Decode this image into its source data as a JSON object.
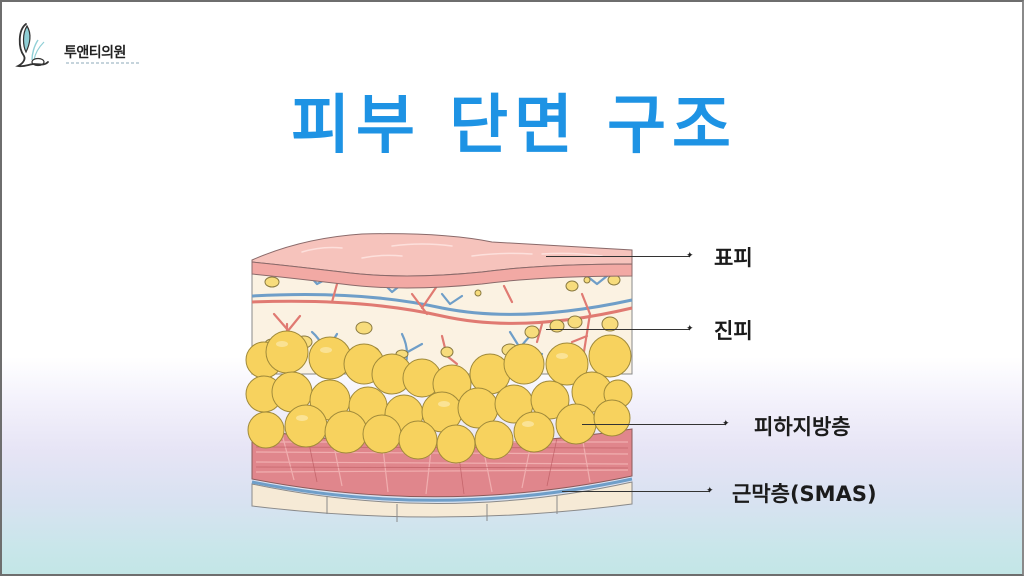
{
  "brand": {
    "name": "투앤티의원",
    "logo_icon": "leaf-letter-l-logo-icon",
    "accent_color": "#8fcfd6"
  },
  "slide": {
    "title": "피부 단면 구조",
    "title_color": "#1e93e4"
  },
  "diagram": {
    "subject": "skin cross-section",
    "layers": [
      {
        "id": "epidermis",
        "label": "표피",
        "color": "#f3b6b0"
      },
      {
        "id": "dermis",
        "label": "진피",
        "color": "#fbf1df"
      },
      {
        "id": "subcutaneous-fat",
        "label": "피하지방층",
        "color": "#f7d56a"
      },
      {
        "id": "smas",
        "label": "근막층(SMAS)",
        "color": "#e0848a"
      }
    ],
    "leader_marker": "✦"
  },
  "background": {
    "top": "#ffffff",
    "middle": "#e6e4f5",
    "bottom": "#c2e6e6"
  }
}
